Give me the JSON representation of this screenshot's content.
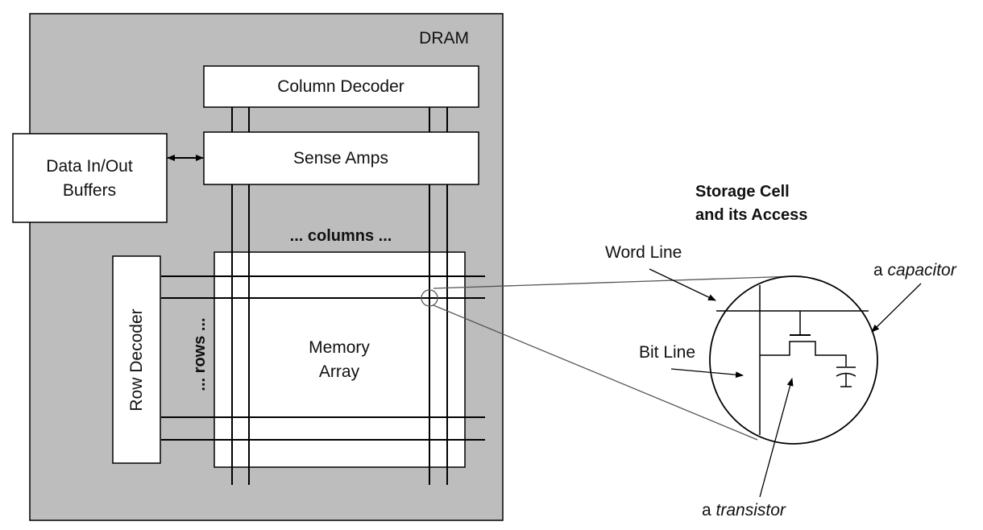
{
  "dram": {
    "label": "DRAM",
    "column_decoder": "Column Decoder",
    "sense_amps": "Sense Amps",
    "data_buffers_line1": "Data In/Out",
    "data_buffers_line2": "Buffers",
    "row_decoder": "Row Decoder",
    "columns_label": "... columns ...",
    "rows_label": "... rows ...",
    "memory_array_line1": "Memory",
    "memory_array_line2": "Array"
  },
  "storage_cell": {
    "title_line1": "Storage Cell",
    "title_line2": "and its Access",
    "word_line": "Word Line",
    "bit_line": "Bit Line",
    "capacitor_prefix": "a ",
    "capacitor": "capacitor",
    "transistor_prefix": "a ",
    "transistor": "transistor"
  },
  "colors": {
    "dram_background": "#bdbdbd",
    "box_fill": "#ffffff",
    "stroke": "#000000"
  }
}
